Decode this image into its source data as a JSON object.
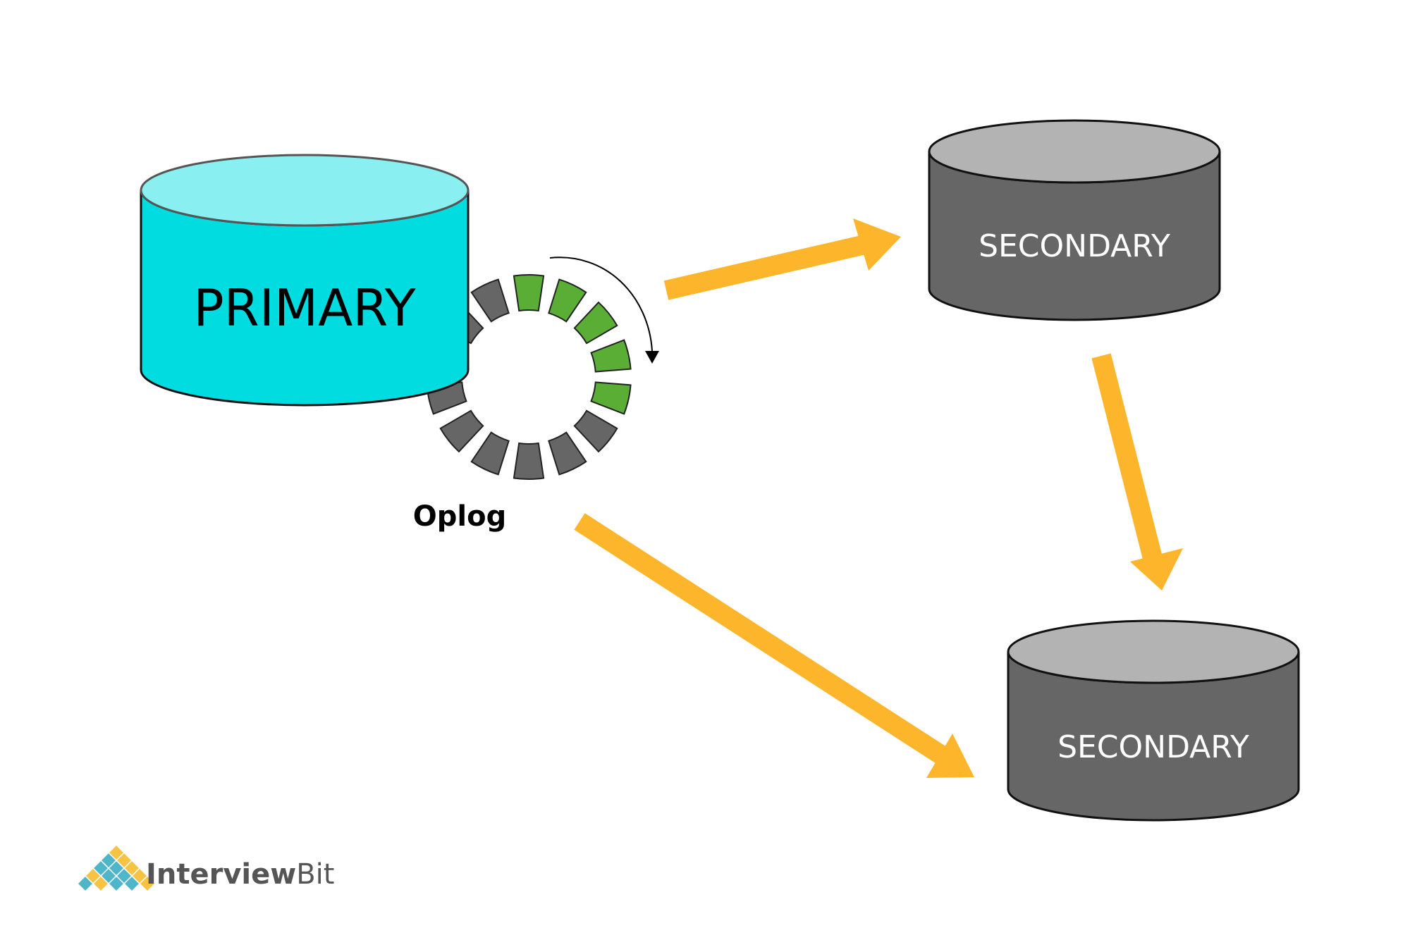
{
  "nodes": {
    "primary": {
      "label": "PRIMARY"
    },
    "secondary_top": {
      "label": "SECONDARY"
    },
    "secondary_bottom": {
      "label": "SECONDARY"
    }
  },
  "oplog": {
    "label": "Oplog",
    "segments_total": 14,
    "segments_filled": 5,
    "filled_color": "#5aae36",
    "empty_color": "#666666"
  },
  "colors": {
    "primary_body": "#00dce0",
    "primary_top": "#8aeff0",
    "secondary_body": "#666666",
    "secondary_top": "#b3b3b3",
    "arrow": "#fdb52b",
    "logo_dark": "#555555",
    "logo_teal": "#4fb6c9",
    "logo_yellow": "#f6c342"
  },
  "logo": {
    "bold_part": "Interview",
    "regular_part": "Bit"
  }
}
